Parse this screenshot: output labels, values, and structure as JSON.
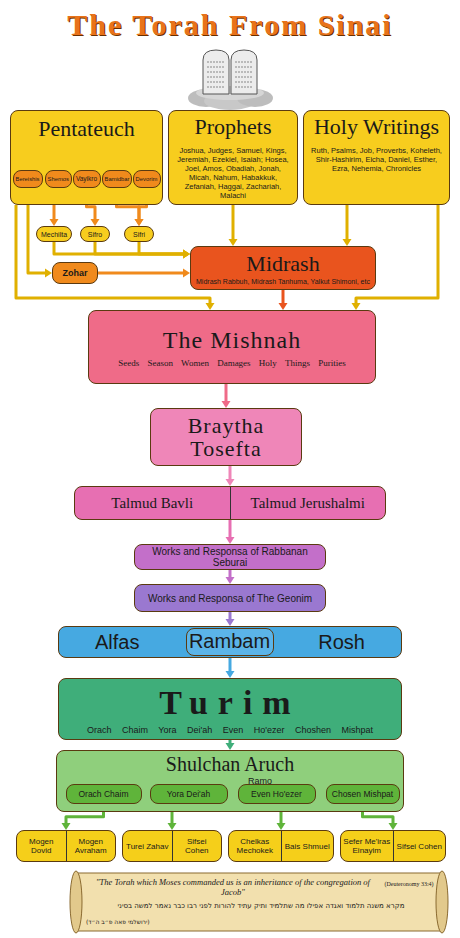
{
  "diagram": {
    "title": "The Torah From Sinai",
    "caption": "\"The Torah which Moses commanded us is an inheritance of the congregation of Jacob\"",
    "nodes": [
      {
        "text": [
          "Pentateuch"
        ]
      },
      {
        "text": [
          "Bereishis"
        ],
        "in": 0
      },
      {
        "text": [
          "Shemos"
        ],
        "in": 0
      },
      {
        "text": [
          "Vayikro"
        ],
        "in": 0
      },
      {
        "text": [
          "Bamidbar"
        ],
        "in": 0
      },
      {
        "text": [
          "Devorim"
        ],
        "in": 0
      },
      {
        "text": [
          "Mechilta"
        ]
      },
      {
        "text": [
          "Sifro"
        ]
      },
      {
        "text": [
          "Sifri"
        ]
      },
      {
        "text": [
          "Prophets",
          "Joshua, Judges, Samuel, Kings, Jeremiah, Ezekiel, Isaiah; Hosea, Joel, Amos, Obadiah, Jonah, Micah, Nahum, Habakkuk, Zefaniah, Haggai, Zachariah, Malachi"
        ]
      },
      {
        "text": [
          "Holy Writings",
          "Ruth, Psalms, Job, Proverbs, Koheleth, Shir-Hashirim, Eicha, Daniel, Esther, Ezra, Nehemia, Chronicles"
        ]
      },
      {
        "text": [
          "Zohar"
        ]
      },
      {
        "text": [
          "Midrash",
          "Midrash Rabbuh, Midrash Tanhuma, Yalkut Shimoni, etc"
        ]
      },
      {
        "text": [
          "The Mishnah",
          "Seeds Season Women Damages Holy Things Purities"
        ]
      },
      {
        "text": [
          "Braytha Tosefta"
        ]
      },
      {
        "text": [
          "Talmud Bavli",
          "Talmud Jerushalmi"
        ]
      },
      {
        "text": [
          "Works and Responsa of Rabbanan Seburai"
        ]
      },
      {
        "text": [
          "Works and Responsa of The Geonim"
        ]
      },
      {
        "text": [
          "Alfas",
          "Rosh"
        ]
      },
      {
        "text": [
          "Rambam"
        ],
        "in": 18
      },
      {
        "text": [
          "Turim",
          "Orach Chaim Yora Dei'ah Even Ho'ezer Choshen Mishpat"
        ]
      },
      {
        "text": [
          "Shulchan Aruch",
          "Ramo"
        ]
      },
      {
        "text": [
          "Orach Chaim"
        ],
        "in": 21
      },
      {
        "text": [
          "Yora Dei'ah"
        ],
        "in": 21
      },
      {
        "text": [
          "Even Ho'ezer"
        ],
        "in": 21
      },
      {
        "text": [
          "Chosen Mishpat"
        ],
        "in": 21
      },
      {
        "text": [
          "Mogen Dovid",
          "Mogen Avraham"
        ]
      },
      {
        "text": [
          "Turei Zahav",
          "Sifsei Cohen"
        ]
      },
      {
        "text": [
          "Chelkas Mechokek",
          "Bais Shmuel"
        ]
      },
      {
        "text": [
          "Sefer Me'iras Einayim",
          "Sifsei Cohen"
        ]
      }
    ],
    "edges": [
      {
        "from": 2,
        "to": 6,
        "arrow": "to"
      },
      {
        "from": 3,
        "to": 7,
        "arrow": "to"
      },
      {
        "from": 4,
        "to": 8,
        "arrow": "to"
      },
      {
        "from": 5,
        "to": 8,
        "arrow": "to"
      },
      {
        "from": 0,
        "to": 11,
        "arrow": "to"
      },
      {
        "from": 11,
        "to": 12,
        "arrow": "to"
      },
      {
        "from": 6,
        "to": 12,
        "arrow": "to"
      },
      {
        "from": 7,
        "to": 12,
        "arrow": "to"
      },
      {
        "from": 8,
        "to": 12,
        "arrow": "to"
      },
      {
        "from": 9,
        "to": 12,
        "arrow": "to"
      },
      {
        "from": 10,
        "to": 12,
        "arrow": "to"
      },
      {
        "from": 0,
        "to": 13,
        "arrow": "to"
      },
      {
        "from": 10,
        "to": 13,
        "arrow": "to"
      },
      {
        "from": 12,
        "to": 13,
        "arrow": "to"
      },
      {
        "from": 13,
        "to": 14,
        "arrow": "to"
      },
      {
        "from": 14,
        "to": 15,
        "arrow": "to"
      },
      {
        "from": 15,
        "to": 16,
        "arrow": "to"
      },
      {
        "from": 16,
        "to": 17,
        "arrow": "to"
      },
      {
        "from": 17,
        "to": 18,
        "arrow": "to"
      },
      {
        "from": 18,
        "to": 20,
        "arrow": "to"
      },
      {
        "from": 20,
        "to": 21,
        "arrow": "to"
      },
      {
        "from": 22,
        "to": 26,
        "arrow": "to"
      },
      {
        "from": 23,
        "to": 27,
        "arrow": "to"
      },
      {
        "from": 24,
        "to": 28,
        "arrow": "to"
      },
      {
        "from": 25,
        "to": 29,
        "arrow": "to"
      }
    ],
    "labels": [
      "(Deuteronomy 33:4)",
      "מקרא משנה תלמוד ואגדה אפילו מה שתלמיד ותיק עתיד להורות לפני רבו כבר נאמר למשה בסיני",
      "(ירושלמי פאה פ״ב ה״ד)"
    ]
  }
}
